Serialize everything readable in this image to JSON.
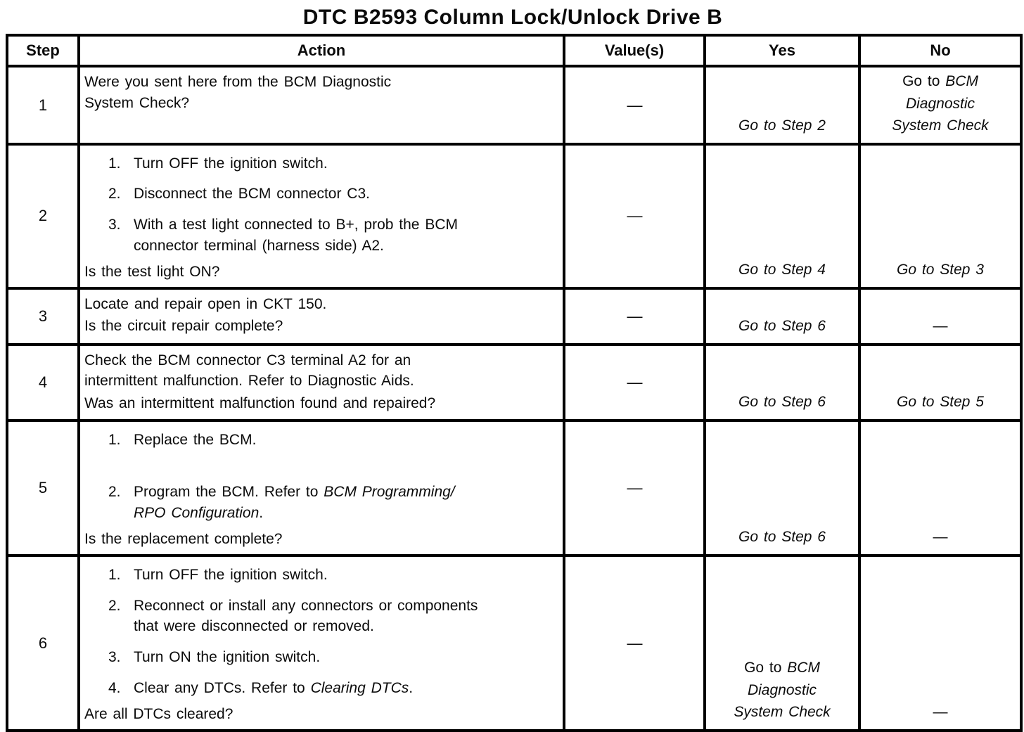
{
  "title": "DTC B2593 Column Lock/Unlock Drive B",
  "table": {
    "headers": [
      "Step",
      "Action",
      "Value(s)",
      "Yes",
      "No"
    ],
    "rows": [
      {
        "step": "1",
        "action": [
          {
            "kind": "para",
            "lines": [
              [
                {
                  "t": "Were you sent here from the BCM Diagnostic"
                }
              ],
              [
                {
                  "t": "System Check?"
                }
              ]
            ]
          }
        ],
        "value": {
          "lines": [
            [
              {
                "t": "—"
              }
            ]
          ]
        },
        "yes": {
          "lines": [
            [
              {
                "t": "Go to Step 2",
                "i": true
              }
            ]
          ]
        },
        "no": {
          "lines": [
            [
              {
                "t": "Go to "
              },
              {
                "t": "BCM",
                "i": true
              }
            ],
            [
              {
                "t": "Diagnostic",
                "i": true
              }
            ],
            [
              {
                "t": "System Check",
                "i": true
              }
            ]
          ]
        }
      },
      {
        "step": "2",
        "action": [
          {
            "kind": "item",
            "num": "1.",
            "lines": [
              [
                {
                  "t": "Turn OFF the ignition switch."
                }
              ]
            ]
          },
          {
            "kind": "item",
            "num": "2.",
            "lines": [
              [
                {
                  "t": "Disconnect the BCM connector C3."
                }
              ]
            ]
          },
          {
            "kind": "item",
            "num": "3.",
            "lines": [
              [
                {
                  "t": "With a test light connected to B+, prob the BCM"
                }
              ],
              [
                {
                  "t": "connector terminal (harness side) A2."
                }
              ]
            ]
          },
          {
            "kind": "question",
            "lines": [
              [
                {
                  "t": "Is the test light ON?"
                }
              ]
            ]
          }
        ],
        "value": {
          "lines": [
            [
              {
                "t": "—"
              }
            ]
          ]
        },
        "yes": {
          "lines": [
            [
              {
                "t": "Go to Step 4",
                "i": true
              }
            ]
          ]
        },
        "no": {
          "lines": [
            [
              {
                "t": "Go to Step 3",
                "i": true
              }
            ]
          ]
        }
      },
      {
        "step": "3",
        "action": [
          {
            "kind": "para",
            "lines": [
              [
                {
                  "t": "Locate and repair open in CKT 150."
                }
              ]
            ]
          },
          {
            "kind": "question",
            "lines": [
              [
                {
                  "t": "Is the circuit repair complete?"
                }
              ]
            ]
          }
        ],
        "value": {
          "lines": [
            [
              {
                "t": "—"
              }
            ]
          ]
        },
        "yes": {
          "lines": [
            [
              {
                "t": "Go to Step 6",
                "i": true
              }
            ]
          ]
        },
        "no": {
          "lines": [
            [
              {
                "t": "—"
              }
            ]
          ]
        }
      },
      {
        "step": "4",
        "action": [
          {
            "kind": "para",
            "lines": [
              [
                {
                  "t": "Check the BCM connector C3 terminal A2 for an"
                }
              ],
              [
                {
                  "t": "intermittent malfunction. Refer to Diagnostic Aids."
                }
              ]
            ]
          },
          {
            "kind": "question",
            "lines": [
              [
                {
                  "t": "Was an intermittent malfunction found and repaired?"
                }
              ]
            ]
          }
        ],
        "value": {
          "lines": [
            [
              {
                "t": "—"
              }
            ]
          ]
        },
        "yes": {
          "lines": [
            [
              {
                "t": "Go to Step 6",
                "i": true
              }
            ]
          ]
        },
        "no": {
          "lines": [
            [
              {
                "t": "Go to Step 5",
                "i": true
              }
            ]
          ]
        }
      },
      {
        "step": "5",
        "action": [
          {
            "kind": "item",
            "num": "1.",
            "lines": [
              [
                {
                  "t": "Replace the BCM."
                }
              ]
            ]
          },
          {
            "kind": "item",
            "num": "2.",
            "gap_before": true,
            "lines": [
              [
                {
                  "t": "Program the BCM. Refer to "
                },
                {
                  "t": "BCM Programming/",
                  "i": true
                }
              ],
              [
                {
                  "t": "RPO Configuration",
                  "i": true
                },
                {
                  "t": "."
                }
              ]
            ]
          },
          {
            "kind": "question",
            "lines": [
              [
                {
                  "t": "Is the replacement complete?"
                }
              ]
            ]
          }
        ],
        "value": {
          "lines": [
            [
              {
                "t": "—"
              }
            ]
          ]
        },
        "yes": {
          "lines": [
            [
              {
                "t": "Go to Step 6",
                "i": true
              }
            ]
          ]
        },
        "no": {
          "lines": [
            [
              {
                "t": "—"
              }
            ]
          ]
        }
      },
      {
        "step": "6",
        "action": [
          {
            "kind": "item",
            "num": "1.",
            "lines": [
              [
                {
                  "t": "Turn OFF the ignition switch."
                }
              ]
            ]
          },
          {
            "kind": "item",
            "num": "2.",
            "lines": [
              [
                {
                  "t": "Reconnect or install any connectors or components"
                }
              ],
              [
                {
                  "t": "that were disconnected or removed."
                }
              ]
            ]
          },
          {
            "kind": "item",
            "num": "3.",
            "lines": [
              [
                {
                  "t": "Turn ON the ignition switch."
                }
              ]
            ]
          },
          {
            "kind": "item",
            "num": "4.",
            "lines": [
              [
                {
                  "t": "Clear any DTCs. Refer to "
                },
                {
                  "t": "Clearing DTCs",
                  "i": true
                },
                {
                  "t": "."
                }
              ]
            ]
          },
          {
            "kind": "question",
            "lines": [
              [
                {
                  "t": "Are all DTCs cleared?"
                }
              ]
            ]
          }
        ],
        "value": {
          "lines": [
            [
              {
                "t": "—"
              }
            ]
          ]
        },
        "yes": {
          "lines": [
            [
              {
                "t": "Go to "
              },
              {
                "t": "BCM",
                "i": true
              }
            ],
            [
              {
                "t": "Diagnostic",
                "i": true
              }
            ],
            [
              {
                "t": "System Check",
                "i": true
              }
            ]
          ]
        },
        "no": {
          "lines": [
            [
              {
                "t": "—"
              }
            ]
          ]
        }
      }
    ]
  }
}
